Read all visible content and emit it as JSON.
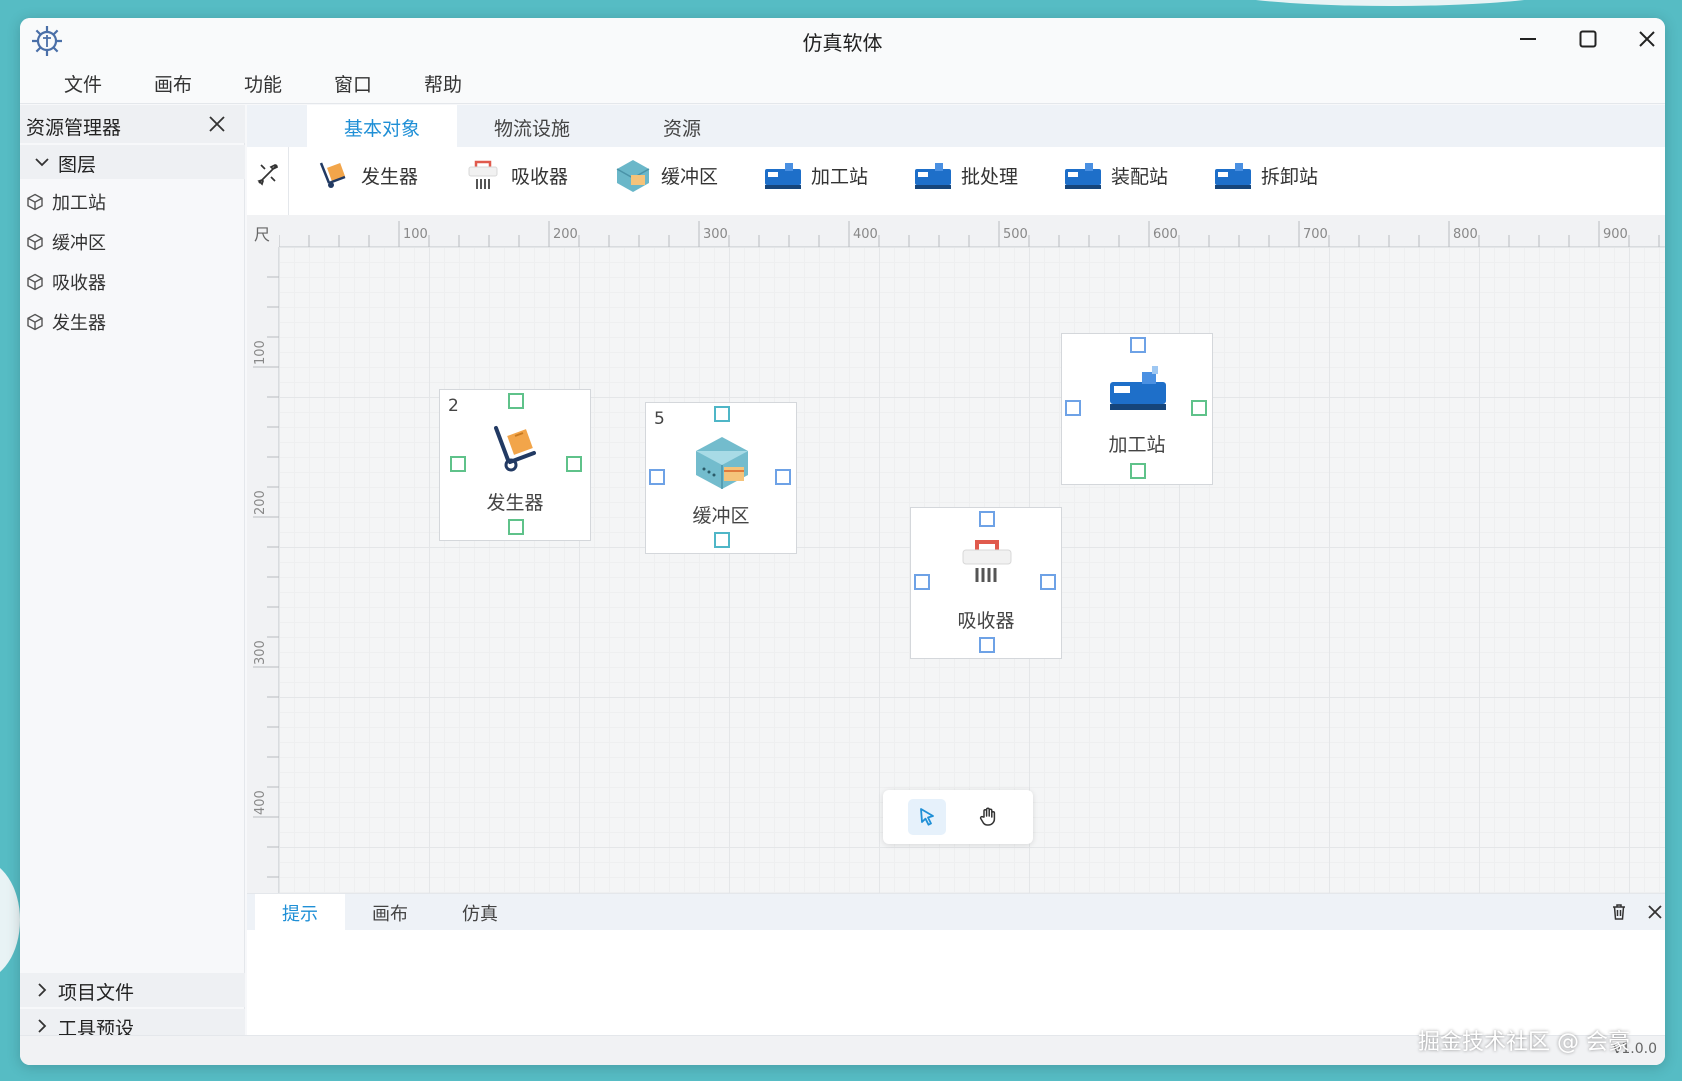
{
  "window": {
    "title": "仿真软体"
  },
  "menu": [
    "文件",
    "画布",
    "功能",
    "窗口",
    "帮助"
  ],
  "sidebar": {
    "title": "资源管理器",
    "layers_section": "图层",
    "layers": [
      "加工站",
      "缓冲区",
      "吸收器",
      "发生器"
    ],
    "bottom_sections": [
      "项目文件",
      "工具预设"
    ]
  },
  "ribbon": {
    "tabs": [
      "基本对象",
      "物流设施",
      "资源"
    ],
    "active_tab": "基本对象",
    "tools": [
      "发生器",
      "吸收器",
      "缓冲区",
      "加工站",
      "批处理",
      "装配站",
      "拆卸站"
    ]
  },
  "canvas": {
    "ruler_corner": "尺",
    "x_ticks": [
      "100",
      "200",
      "300",
      "400",
      "500",
      "600",
      "700",
      "800",
      "900"
    ],
    "y_ticks": [
      "100",
      "200",
      "300",
      "400"
    ],
    "nodes": [
      {
        "label": "发生器",
        "count": "2",
        "type": "generator"
      },
      {
        "label": "缓冲区",
        "count": "5",
        "type": "buffer"
      },
      {
        "label": "加工站",
        "count": "",
        "type": "station"
      },
      {
        "label": "吸收器",
        "count": "",
        "type": "absorber"
      }
    ],
    "mode_tools": [
      "pointer-icon",
      "hand-icon"
    ]
  },
  "bottom_panel": {
    "tabs": [
      "提示",
      "画布",
      "仿真"
    ],
    "active_tab": "提示"
  },
  "status": {
    "version": "v1.0.0"
  },
  "watermark": "掘金技术社区 @ 会豪",
  "colors": {
    "accent": "#1f8fd6",
    "background": "#56bcc4",
    "port_green": "#5fc28a",
    "port_blue": "#6ea2e6"
  }
}
